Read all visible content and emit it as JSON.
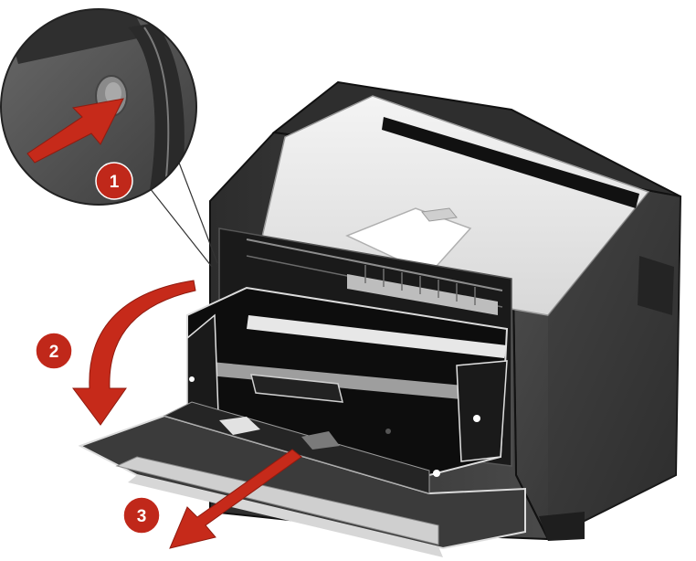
{
  "steps": [
    {
      "number": "1",
      "action": "press-release-button"
    },
    {
      "number": "2",
      "action": "open-front-door"
    },
    {
      "number": "3",
      "action": "pull-out-cartridge"
    }
  ],
  "colors": {
    "callout_badge": "#c0281a",
    "arrow": "#c62a1a",
    "printer_body": "#3a3a3a",
    "printer_top": "#e9e9e9",
    "cartridge": "#111111"
  }
}
